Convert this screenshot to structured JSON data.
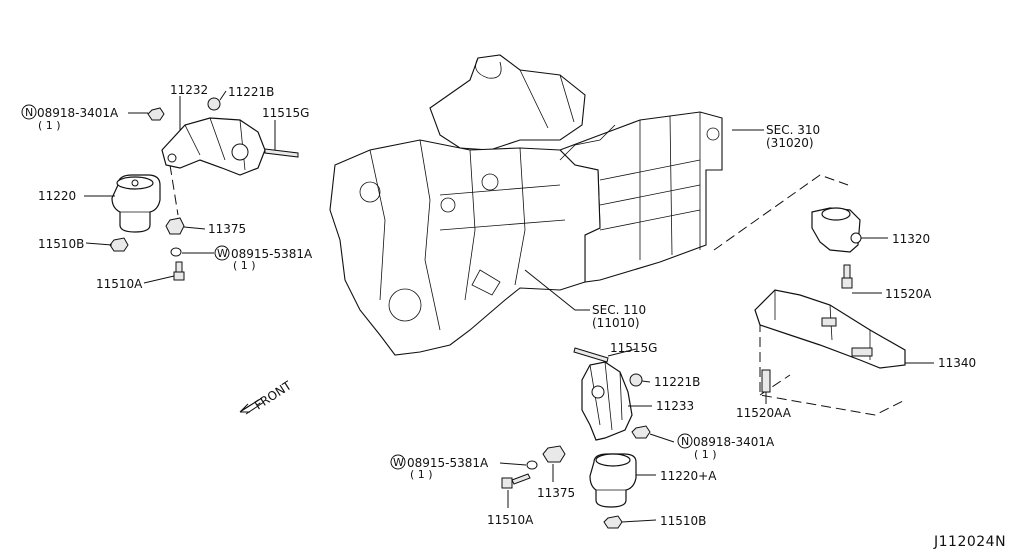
{
  "diagram_code": "J112024N",
  "front_label": "FRONT",
  "upper_left": {
    "nut_n": {
      "prefix": "N",
      "part": "08918-3401A",
      "qty": "( 1 )"
    },
    "bracket": "11232",
    "cap_nut": "11221B",
    "stud": "11515G",
    "mount": "11220",
    "nut_b": "11510B",
    "nut": "11375",
    "washer": {
      "prefix": "W",
      "part": "08915-5381A",
      "qty": "( 1 )"
    },
    "bolt": "11510A"
  },
  "sections": {
    "sec310": {
      "title": "SEC. 310",
      "code": "(31020)"
    },
    "sec110": {
      "title": "SEC. 110",
      "code": "(11010)"
    }
  },
  "rear": {
    "mount": "11320",
    "bolt": "11520A",
    "crossmember": "11340",
    "bolt_aa": "11520AA"
  },
  "lower_center": {
    "stud": "11515G",
    "cap_nut": "11221B",
    "bracket": "11233",
    "nut_n": {
      "prefix": "N",
      "part": "08918-3401A",
      "qty": "( 1 )"
    },
    "washer": {
      "prefix": "W",
      "part": "08915-5381A",
      "qty": "( 1 )"
    },
    "mount": "11220+A",
    "nut": "11375",
    "bolt": "11510A",
    "nut_b": "11510B"
  }
}
